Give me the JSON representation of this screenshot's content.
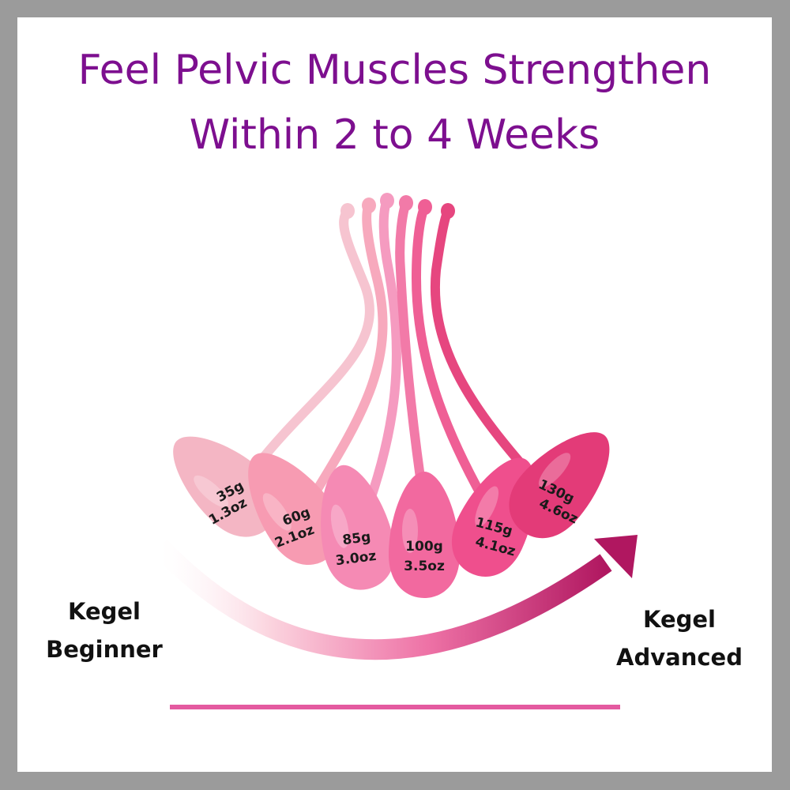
{
  "title": {
    "line1": "Feel Pelvic Muscles Strengthen",
    "line2": "Within 2 to 4 Weeks"
  },
  "labels": {
    "beginner": [
      "Kegel",
      "Beginner"
    ],
    "advanced": [
      "Kegel",
      "Advanced"
    ]
  },
  "weights": [
    {
      "grams": "35g",
      "ounces": "1.3oz",
      "color": "#f4b6c4"
    },
    {
      "grams": "60g",
      "ounces": "2.1oz",
      "color": "#f79bb2"
    },
    {
      "grams": "85g",
      "ounces": "3.0oz",
      "color": "#f58ab4"
    },
    {
      "grams": "100g",
      "ounces": "3.5oz",
      "color": "#f2699f"
    },
    {
      "grams": "115g",
      "ounces": "4.1oz",
      "color": "#ef4f8d"
    },
    {
      "grams": "130g",
      "ounces": "4.6oz",
      "color": "#e33b78"
    }
  ],
  "colors": {
    "title": "#7d0f8f",
    "frame": "#9b9b9b",
    "arrow_start": "#fbd3de",
    "arrow_end": "#b01760",
    "baseline": "#e45aa0"
  }
}
